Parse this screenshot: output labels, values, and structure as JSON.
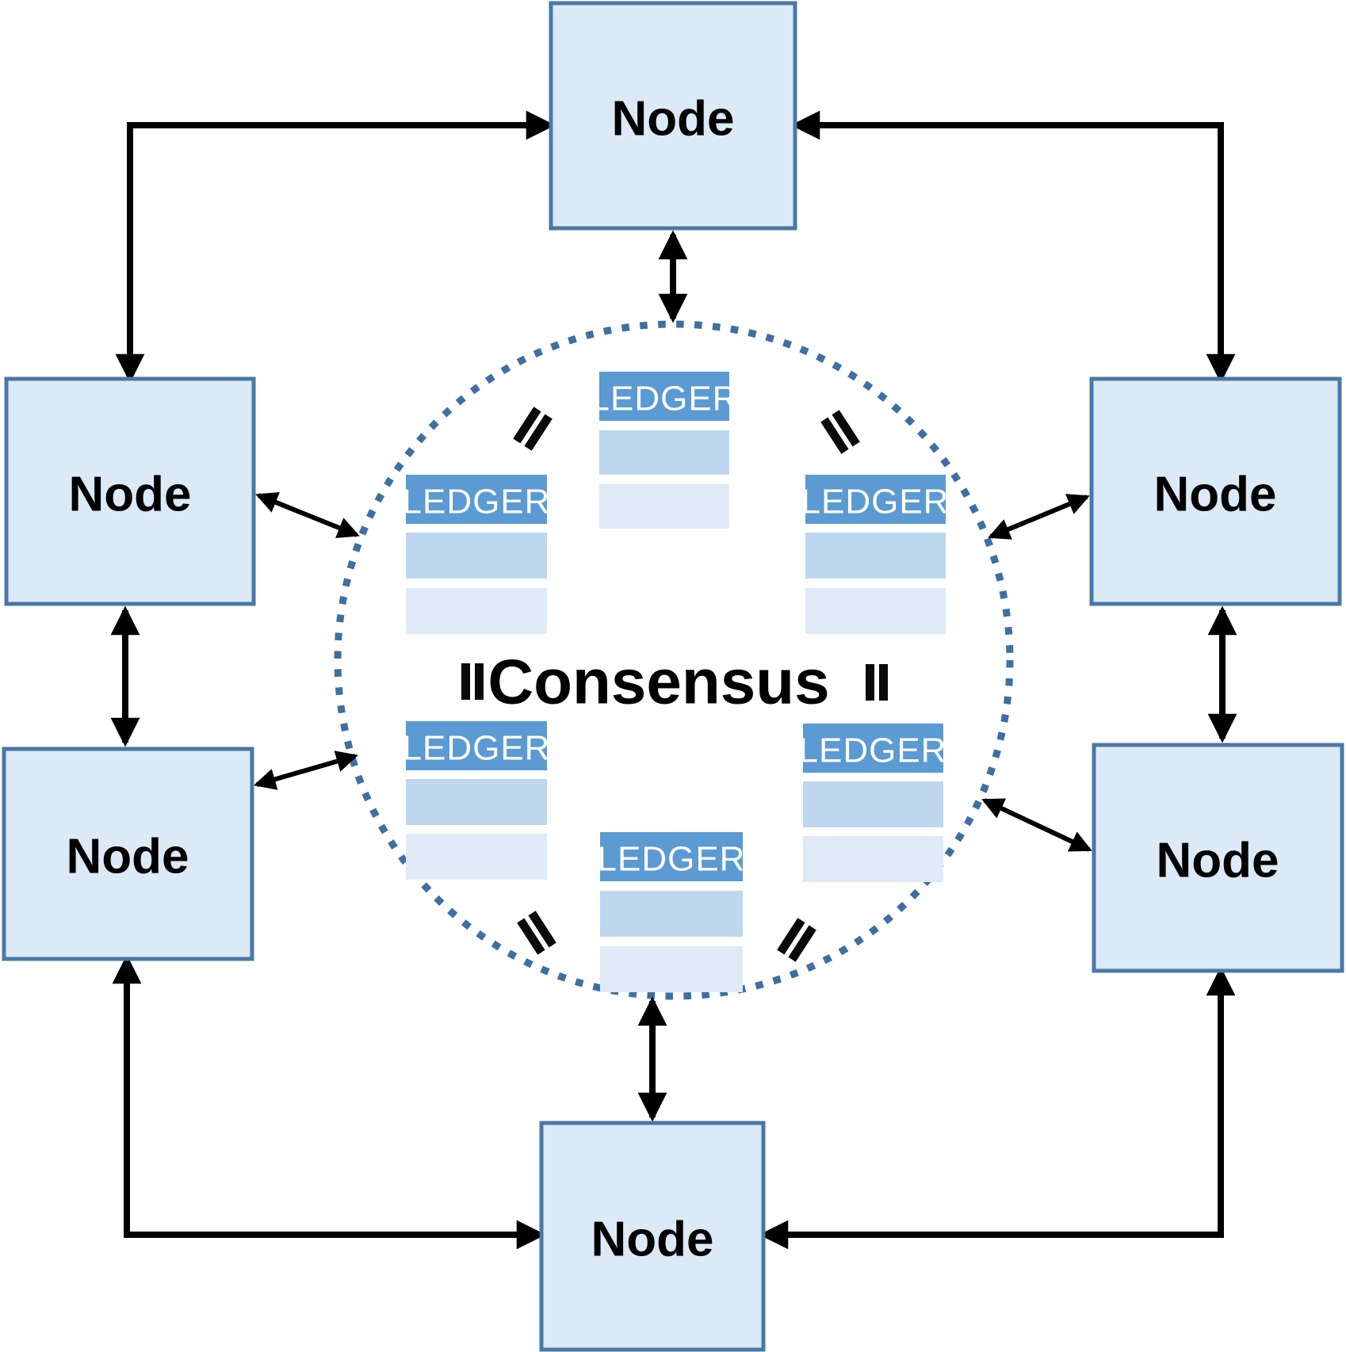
{
  "diagram": {
    "consensus_label": "Consensus",
    "node_count": 6,
    "ledger_count": 6,
    "nodes": [
      {
        "id": "node-top",
        "label": "Node"
      },
      {
        "id": "node-upper-left",
        "label": "Node"
      },
      {
        "id": "node-upper-right",
        "label": "Node"
      },
      {
        "id": "node-lower-left",
        "label": "Node"
      },
      {
        "id": "node-lower-right",
        "label": "Node"
      },
      {
        "id": "node-bottom",
        "label": "Node"
      }
    ],
    "ledgers": [
      {
        "id": "ledger-top-center",
        "label": "LEDGER",
        "rows": 2
      },
      {
        "id": "ledger-upper-left",
        "label": "LEDGER",
        "rows": 2
      },
      {
        "id": "ledger-upper-right",
        "label": "LEDGER",
        "rows": 2
      },
      {
        "id": "ledger-lower-left",
        "label": "LEDGER",
        "rows": 2
      },
      {
        "id": "ledger-lower-right",
        "label": "LEDGER",
        "rows": 2
      },
      {
        "id": "ledger-bottom-center",
        "label": "LEDGER",
        "rows": 2
      }
    ],
    "equals_signs": [
      {
        "id": "equals-top-left",
        "orientation_deg": -57
      },
      {
        "id": "equals-top-right",
        "orientation_deg": 57
      },
      {
        "id": "equals-middle-left",
        "orientation_deg": 90
      },
      {
        "id": "equals-middle-right",
        "orientation_deg": 90
      },
      {
        "id": "equals-bottom-left",
        "orientation_deg": 57
      },
      {
        "id": "equals-bottom-right",
        "orientation_deg": -57
      }
    ],
    "connections": [
      {
        "from": "node-upper-left",
        "to": "node-top",
        "shape": "elbow",
        "bidirectional": true
      },
      {
        "from": "node-upper-right",
        "to": "node-top",
        "shape": "elbow",
        "bidirectional": true
      },
      {
        "from": "node-lower-left",
        "to": "node-bottom",
        "shape": "elbow",
        "bidirectional": true
      },
      {
        "from": "node-lower-right",
        "to": "node-bottom",
        "shape": "elbow",
        "bidirectional": true
      },
      {
        "from": "node-upper-left",
        "to": "node-lower-left",
        "shape": "straight",
        "bidirectional": true
      },
      {
        "from": "node-upper-right",
        "to": "node-lower-right",
        "shape": "straight",
        "bidirectional": true
      },
      {
        "from": "node-top",
        "to": "consensus-ring",
        "shape": "straight",
        "bidirectional": true
      },
      {
        "from": "node-bottom",
        "to": "consensus-ring",
        "shape": "straight",
        "bidirectional": true
      },
      {
        "from": "node-upper-left",
        "to": "consensus-ring",
        "shape": "diagonal",
        "bidirectional": true
      },
      {
        "from": "node-upper-right",
        "to": "consensus-ring",
        "shape": "diagonal",
        "bidirectional": true
      },
      {
        "from": "node-lower-left",
        "to": "consensus-ring",
        "shape": "diagonal",
        "bidirectional": true
      },
      {
        "from": "node-lower-right",
        "to": "consensus-ring",
        "shape": "diagonal",
        "bidirectional": true
      }
    ],
    "colors": {
      "background": "#ffffff",
      "node_fill": "#dce9f6",
      "node_border": "#4a78a6",
      "node_text": "#000000",
      "ring_dotted": "#3e6fa3",
      "ledger_header": "#5b9ad2",
      "ledger_row_medium": "#bdd7ee",
      "ledger_row_light": "#dfeaf6",
      "ledger_text": "#ffffff",
      "consensus_text": "#000000",
      "arrow": "#000000"
    }
  }
}
